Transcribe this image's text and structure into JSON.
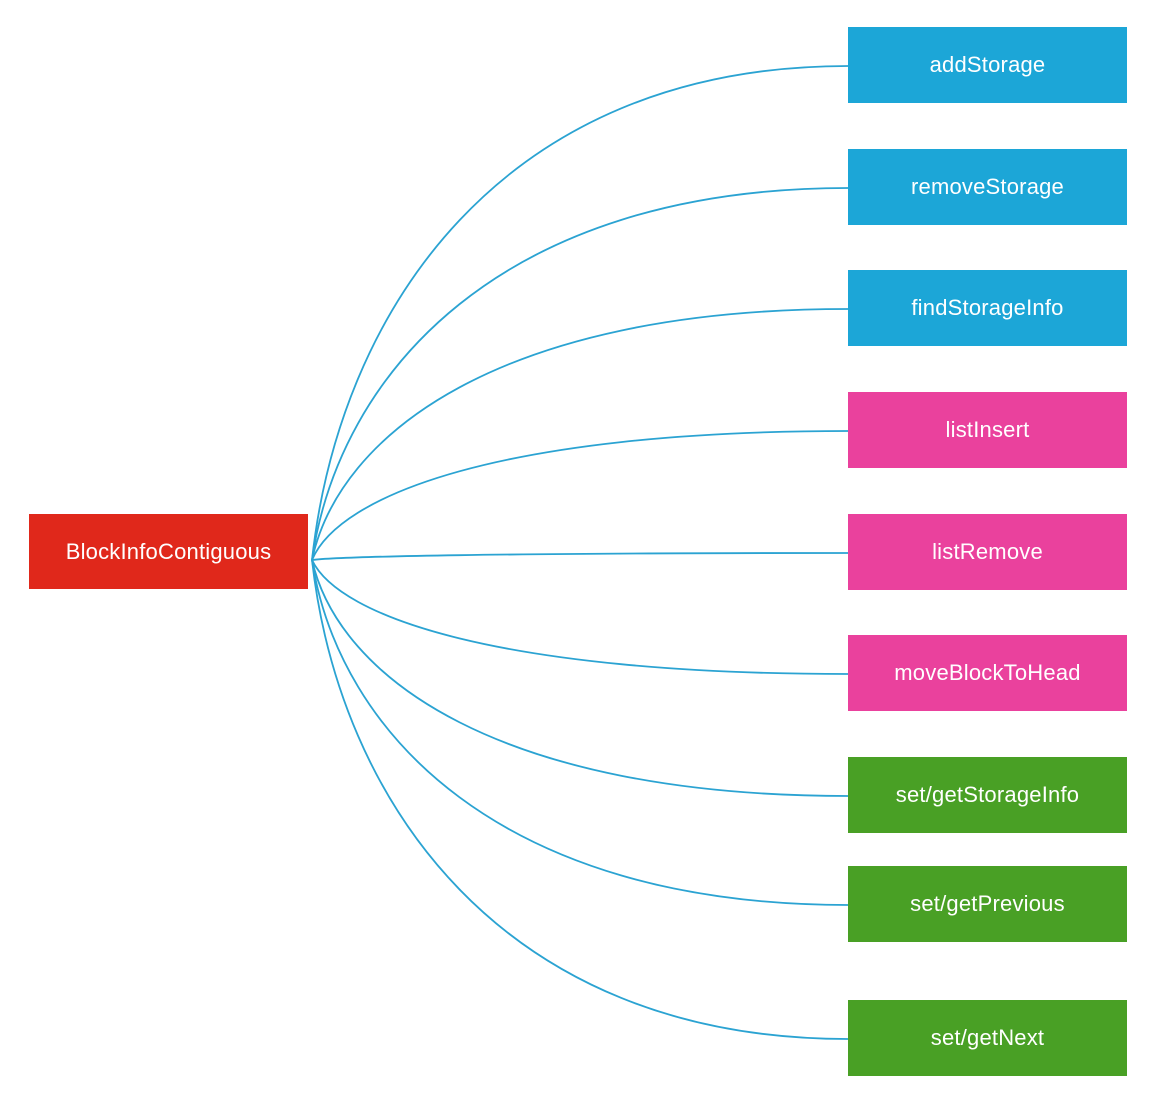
{
  "colors": {
    "root": "#e0281b",
    "storage": "#1ca6d7",
    "list": "#ea419d",
    "link": "#49a025",
    "edge": "#2ba3d2"
  },
  "root": {
    "label": "BlockInfoContiguous",
    "group": "root"
  },
  "children": [
    {
      "label": "addStorage",
      "group": "storage"
    },
    {
      "label": "removeStorage",
      "group": "storage"
    },
    {
      "label": "findStorageInfo",
      "group": "storage"
    },
    {
      "label": "listInsert",
      "group": "list"
    },
    {
      "label": "listRemove",
      "group": "list"
    },
    {
      "label": "moveBlockToHead",
      "group": "list"
    },
    {
      "label": "set/getStorageInfo",
      "group": "link"
    },
    {
      "label": "set/getPrevious",
      "group": "link"
    },
    {
      "label": "set/getNext",
      "group": "link"
    }
  ]
}
